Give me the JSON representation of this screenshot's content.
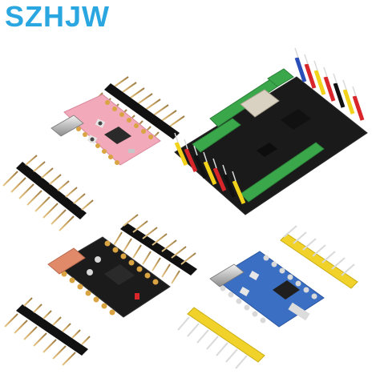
{
  "brand": {
    "name": "SZHJW",
    "color": "#2aa6e0"
  },
  "boards": [
    {
      "id": "pink-board",
      "pcb_color": "#f2a9b9",
      "pad_color": "#d9a441",
      "pin_color": "#c8a46a",
      "header_color": "#111111"
    },
    {
      "id": "expansion-shield",
      "pcb_color": "#1a1a1a",
      "socket_color": "#3aa84a",
      "header_colors": [
        "#f2d21a",
        "#d8262b",
        "#111111",
        "#2b4fb8"
      ]
    },
    {
      "id": "black-board",
      "pcb_color": "#1b1b1b",
      "pad_color": "#d9a441",
      "connector_color": "#e08a6a",
      "header_color": "#111111"
    },
    {
      "id": "blue-board",
      "pcb_color": "#3a6fc4",
      "pad_color": "#d9d9d9",
      "header_color": "#f0d22a"
    }
  ]
}
